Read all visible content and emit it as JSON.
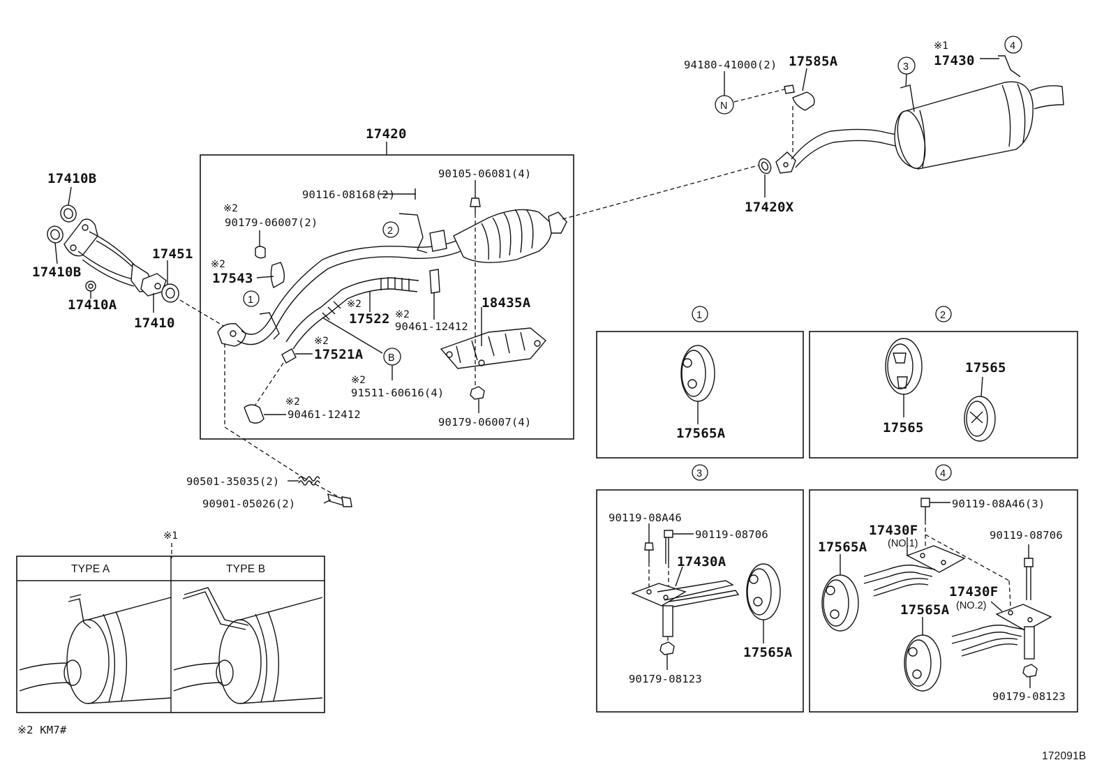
{
  "labels": {
    "p17420": "17420",
    "p17410B_top": "17410B",
    "p17410B_bot": "17410B",
    "p17410A": "17410A",
    "p17410": "17410",
    "p17451": "17451",
    "p17543": "17543",
    "p17522": "17522",
    "p17521A": "17521A",
    "p18435A": "18435A",
    "p17420X": "17420X",
    "p17430": "17430",
    "p17585A": "17585A",
    "b90116": "90116-08168(2)",
    "b90105": "90105-06081(4)",
    "b90179_2": "90179-06007(2)",
    "b90461_a": "90461-12412",
    "b90461_b": "90461-12412",
    "b91511": "91511-60616(4)",
    "b90179_4": "90179-06007(4)",
    "b94180": "94180-41000(2)",
    "b90501": "90501-35035(2)",
    "b90901": "90901-05026(2)"
  },
  "marks": {
    "kome1": "※1",
    "kome2": "※2",
    "circle_n": "N",
    "circle_b": "B",
    "c1": "1",
    "c2": "2",
    "c3": "3",
    "c4": "4"
  },
  "inset1": {
    "num": "1",
    "part": "17565A"
  },
  "inset2": {
    "num": "2",
    "part_left": "17565",
    "part_right": "17565"
  },
  "inset3": {
    "num": "3",
    "b1": "90119-08A46",
    "b2": "90119-08706",
    "hanger": "17430A",
    "rubber": "17565A",
    "nut": "90179-08123"
  },
  "inset4": {
    "num": "4",
    "b1": "90119-08A46(3)",
    "b2": "90119-08706",
    "hanger1": "17430F",
    "hanger1_sub": "(NO.1)",
    "hanger2": "17430F",
    "hanger2_sub": "(NO.2)",
    "rubber1": "17565A",
    "rubber2": "17565A",
    "nut": "90179-08123"
  },
  "types": {
    "mark": "※1",
    "type_a": "TYPE A",
    "type_b": "TYPE B"
  },
  "footnote": "※2 KM7#",
  "diagram_id": "172091B"
}
